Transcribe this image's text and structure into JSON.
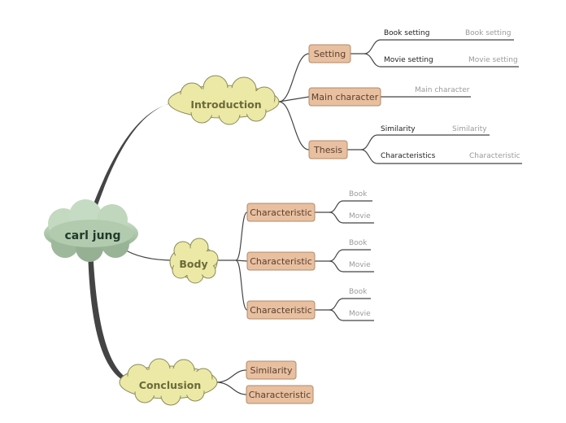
{
  "root": {
    "label": "carl jung"
  },
  "intro": {
    "label": "Introduction",
    "setting": {
      "label": "Setting",
      "book": "Book setting",
      "book_hint": "Book setting",
      "movie": "Movie setting",
      "movie_hint": "Movie setting"
    },
    "main_character": {
      "label": "Main character",
      "hint": "Main character"
    },
    "thesis": {
      "label": "Thesis",
      "similarity": "Similarity",
      "similarity_hint": "Similarity",
      "characteristics": "Characteristics",
      "characteristics_hint": "Characteristic"
    }
  },
  "body": {
    "label": "Body",
    "items": [
      {
        "label": "Characteristic",
        "book": "Book",
        "movie": "Movie"
      },
      {
        "label": "Characteristic",
        "book": "Book",
        "movie": "Movie"
      },
      {
        "label": "Characteristic",
        "book": "Book",
        "movie": "Movie"
      }
    ]
  },
  "conclusion": {
    "label": "Conclusion",
    "items": [
      {
        "label": "Similarity"
      },
      {
        "label": "Characteristic"
      }
    ]
  },
  "colors": {
    "root_cloud": "#b5cfb3",
    "topic_cloud": "#ece9a6",
    "box_fill": "#e8c0a0",
    "line": "#444444",
    "hint_text": "#9a9a9a"
  }
}
